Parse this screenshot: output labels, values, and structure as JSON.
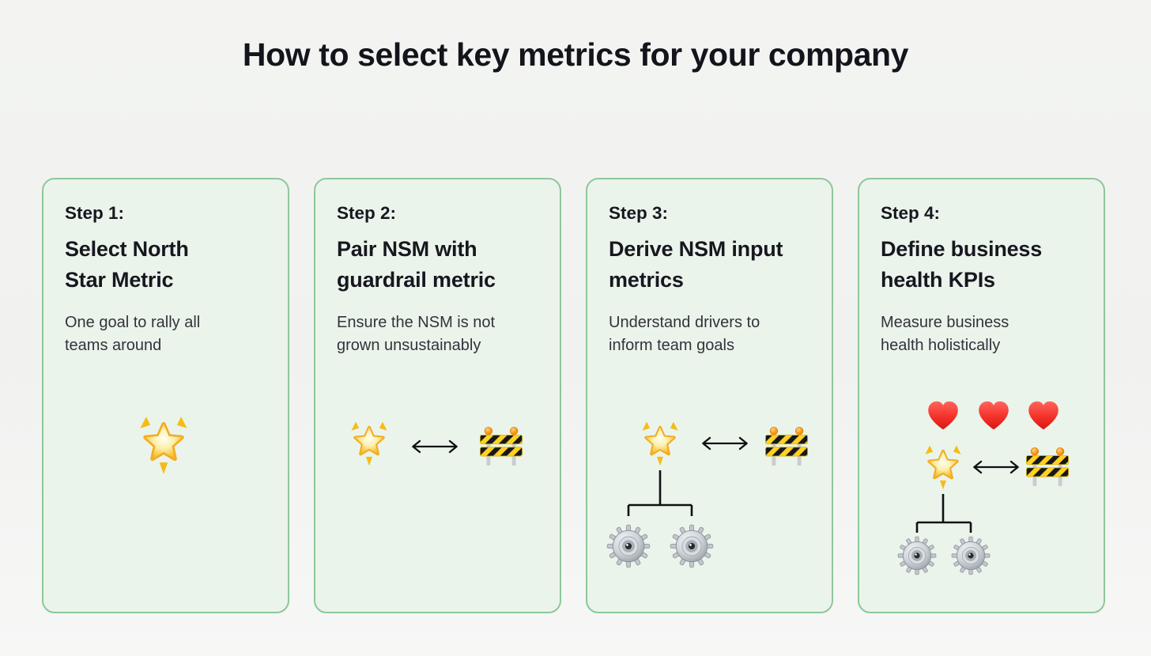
{
  "title": "How to select key metrics for your company",
  "steps": [
    {
      "label": "Step 1:",
      "heading": "Select North\nStar Metric",
      "description": "One goal to rally all\nteams around",
      "icons": [
        "glowing-star"
      ]
    },
    {
      "label": "Step 2:",
      "heading": "Pair NSM with\nguardrail metric",
      "description": "Ensure the NSM is not\ngrown unsustainably",
      "icons": [
        "glowing-star",
        "left-right-arrow",
        "construction-barrier"
      ]
    },
    {
      "label": "Step 3:",
      "heading": "Derive NSM input\nmetrics",
      "description": "Understand drivers to\ninform team goals",
      "icons": [
        "glowing-star",
        "left-right-arrow",
        "construction-barrier",
        "gear",
        "gear"
      ]
    },
    {
      "label": "Step 4:",
      "heading": "Define business\nhealth KPIs",
      "description": "Measure business\nhealth holistically",
      "icons": [
        "red-heart",
        "red-heart",
        "red-heart",
        "glowing-star",
        "left-right-arrow",
        "construction-barrier",
        "gear",
        "gear"
      ]
    }
  ],
  "colors": {
    "page_background": "#f2f3f1",
    "card_background": "#eaf4eb",
    "card_border": "#8cc89a",
    "heading_text": "#17171f",
    "body_text": "#33333b",
    "connector": "#101014",
    "star_gold": "#f6b40e",
    "barrier_yellow": "#ffd21f",
    "barrier_black": "#17171a",
    "heart_red": "#f3312a",
    "gear_gray": "#c2c8cd"
  }
}
